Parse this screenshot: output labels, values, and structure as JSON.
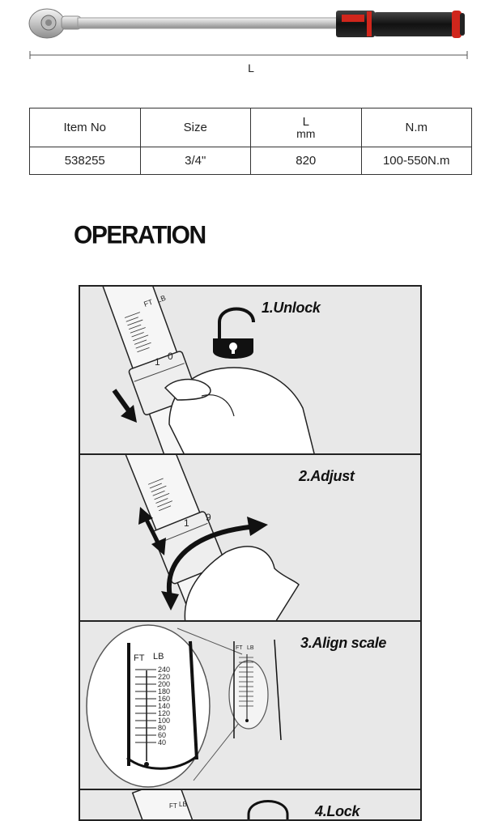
{
  "dimension": {
    "label": "L"
  },
  "spec_table": {
    "headers": {
      "item_no": "Item No",
      "size": "Size",
      "length_top": "L",
      "length_unit": "mm",
      "torque": "N.m"
    },
    "row": {
      "item_no": "538255",
      "size": "3/4\"",
      "length": "820",
      "torque": "100-550N.m"
    }
  },
  "operation": {
    "title": "OPERATION",
    "steps": [
      {
        "label": "1.Unlock"
      },
      {
        "label": "2.Adjust"
      },
      {
        "label": "3.Align scale"
      },
      {
        "label": "4.Lock"
      }
    ],
    "scale": {
      "unit_left": "FT",
      "unit_right": "LB",
      "ticks": [
        "240",
        "220",
        "200",
        "180",
        "160",
        "140",
        "120",
        "100",
        "80",
        "60",
        "40"
      ],
      "sleeve_digits": [
        "1",
        "0",
        "9"
      ]
    }
  },
  "colors": {
    "accent_red": "#d0261c",
    "handle_black": "#1a1a1a",
    "panel_bg": "#e8e8e8"
  }
}
